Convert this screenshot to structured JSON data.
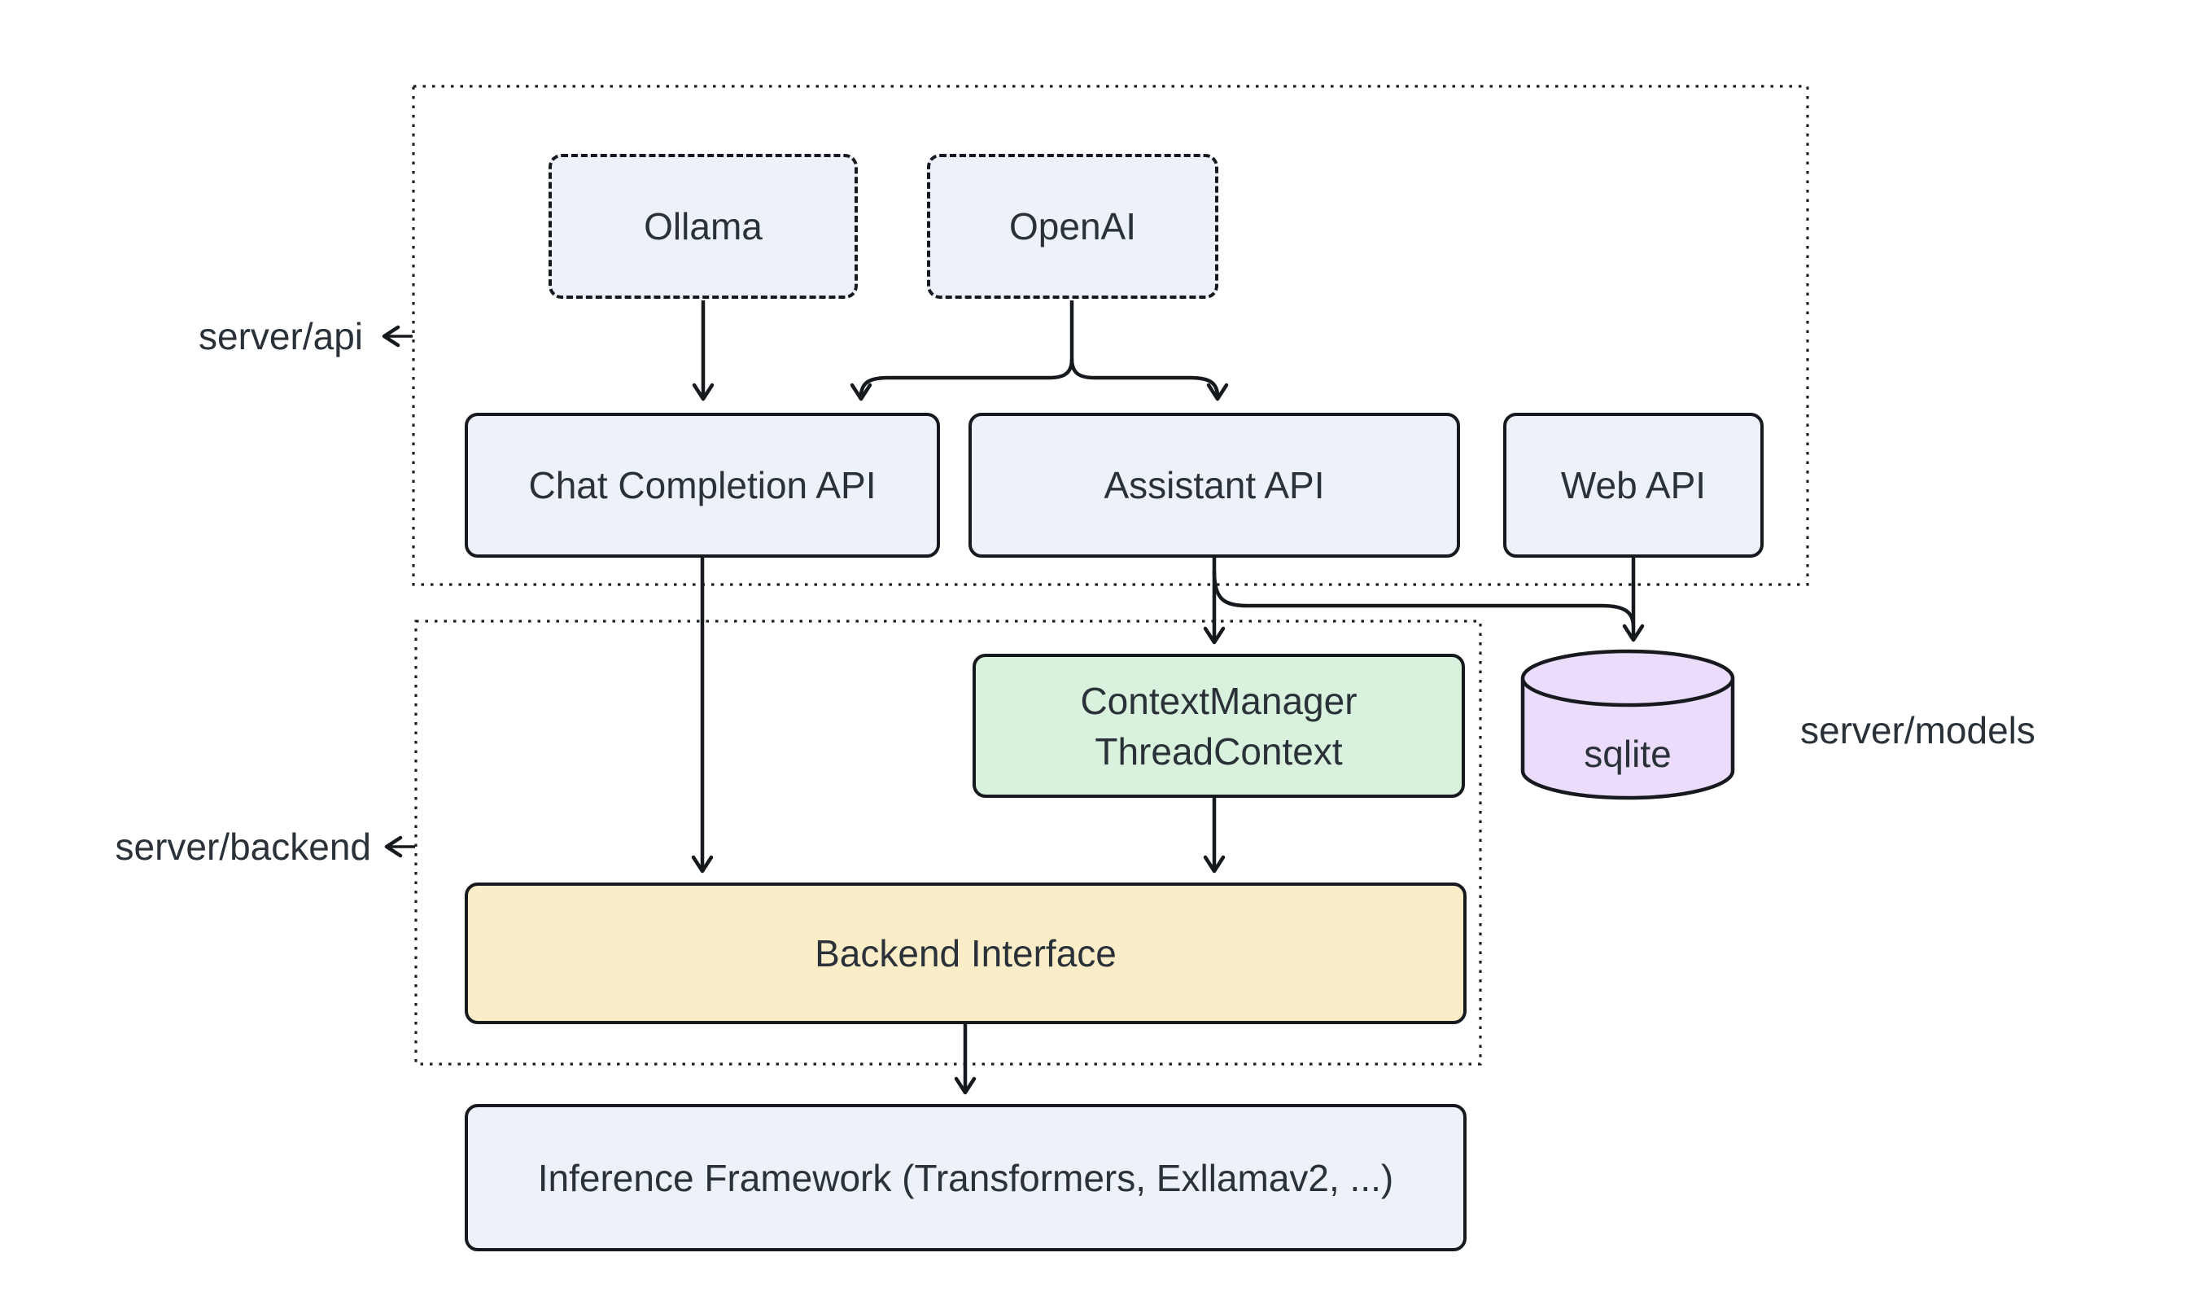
{
  "diagram": {
    "title": "Server architecture diagram",
    "containers": {
      "server_api": {
        "label": "server/api"
      },
      "server_backend": {
        "label": "server/backend"
      }
    },
    "side_labels": {
      "server_models": "server/models"
    },
    "nodes": {
      "ollama": {
        "label": "Ollama",
        "shape": "dashed-rect",
        "fill": "#EDF1FA"
      },
      "openai": {
        "label": "OpenAI",
        "shape": "dashed-rect",
        "fill": "#EDF1FA"
      },
      "chat_completion_api": {
        "label": "Chat Completion API",
        "shape": "rect",
        "fill": "#EDF1FA"
      },
      "assistant_api": {
        "label": "Assistant API",
        "shape": "rect",
        "fill": "#EDF1FA"
      },
      "web_api": {
        "label": "Web API",
        "shape": "rect",
        "fill": "#EDF1FA"
      },
      "context_manager": {
        "label_line1": "ContextManager",
        "label_line2": "ThreadContext",
        "shape": "rect",
        "fill": "#D9F2DE"
      },
      "sqlite": {
        "label": "sqlite",
        "shape": "cylinder",
        "fill": "#EADCFA"
      },
      "backend_interface": {
        "label": "Backend Interface",
        "shape": "rect",
        "fill": "#FAEDC8"
      },
      "inference_framework": {
        "label": "Inference Framework (Transformers, Exllamav2, ...)",
        "shape": "rect",
        "fill": "#EDF1FA"
      }
    },
    "edges": [
      {
        "from": "Ollama",
        "to": "Chat Completion API"
      },
      {
        "from": "OpenAI",
        "to": "Chat Completion API"
      },
      {
        "from": "OpenAI",
        "to": "Assistant API"
      },
      {
        "from": "Chat Completion API",
        "to": "Backend Interface"
      },
      {
        "from": "Assistant API",
        "to": "ContextManager ThreadContext"
      },
      {
        "from": "Assistant API",
        "to": "sqlite"
      },
      {
        "from": "Web API",
        "to": "sqlite"
      },
      {
        "from": "ContextManager ThreadContext",
        "to": "Backend Interface"
      },
      {
        "from": "Backend Interface",
        "to": "Inference Framework (Transformers, Exllamav2, ...)"
      }
    ],
    "colors": {
      "background": "#FFFFFF",
      "node_blue": "#EDF1FA",
      "node_green": "#D9F2DE",
      "node_yellow": "#FAEDC8",
      "node_purple": "#EADCFA",
      "stroke": "#16191D",
      "text": "#2A3138"
    }
  }
}
